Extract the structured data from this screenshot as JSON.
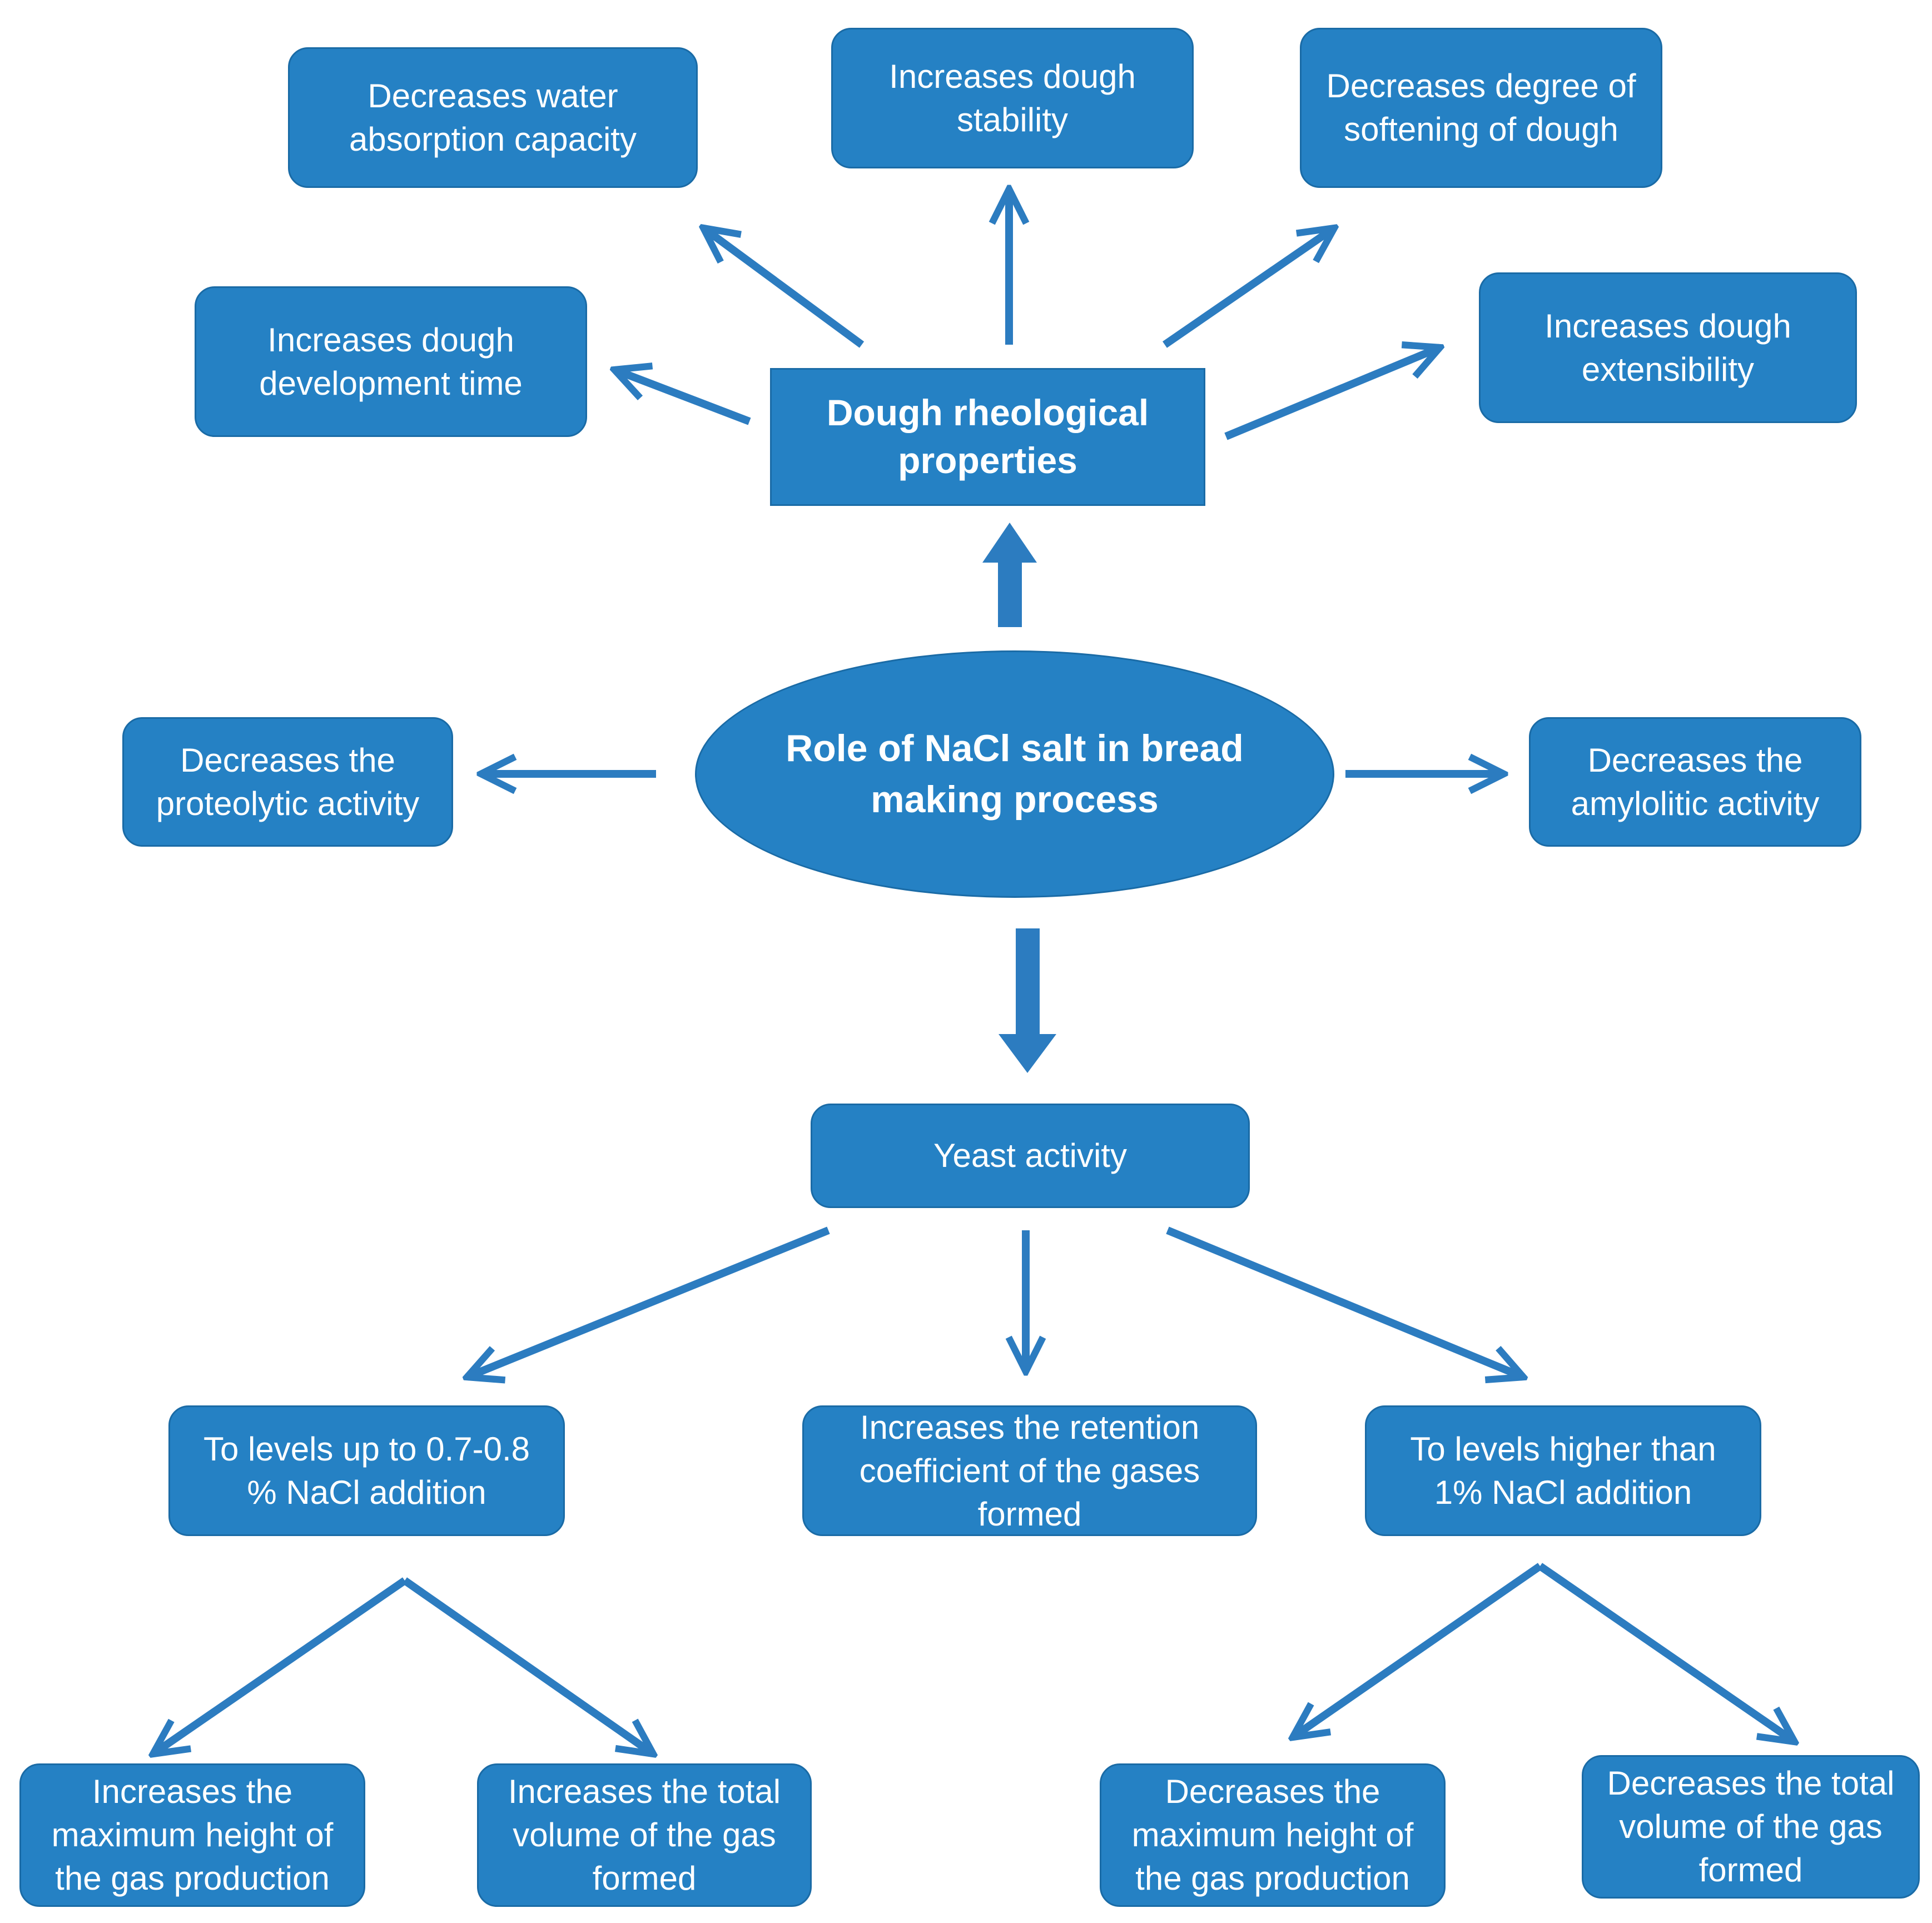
{
  "colors": {
    "box_fill": "#2581c4",
    "box_border": "#1a6ba6",
    "arrow": "#2c7cc0",
    "text": "#ffffff",
    "background": "#ffffff"
  },
  "center": {
    "label": "Role of NaCl salt in bread making process"
  },
  "rheology": {
    "label": "Dough rheological properties",
    "effects": {
      "water_absorption": "Decreases water absorption capacity",
      "stability": "Increases dough stability",
      "softening": "Decreases  degree of softening of dough",
      "development_time": "Increases dough development time",
      "extensibility": "Increases dough extensibility"
    }
  },
  "proteolytic": "Decreases the proteolytic activity",
  "amylolitic": "Decreases the amylolitic activity",
  "yeast": {
    "label": "Yeast activity",
    "low_level": {
      "label": "To levels up to 0.7-0.8 % NaCl addition",
      "height": "Increases the maximum height of the gas production",
      "volume": "Increases the total volume of the gas formed"
    },
    "retention": "Increases the retention coefficient of the gases formed",
    "high_level": {
      "label": "To levels higher than 1% NaCl addition",
      "height": "Decreases the maximum height of the gas production",
      "volume": "Decreases the total volume of the gas formed"
    }
  }
}
